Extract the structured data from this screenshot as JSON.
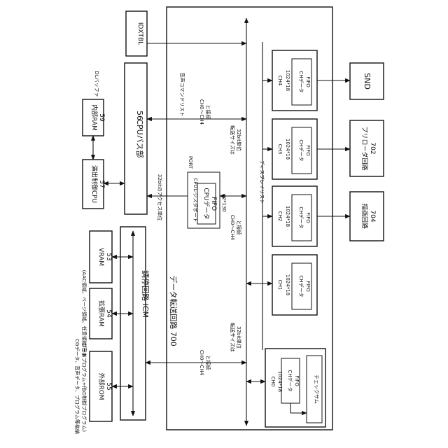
{
  "blocks": {
    "idxtbl": "IDXTBL",
    "dl_buffer": "DLバッファ",
    "cpu_bus": "CPUバス部",
    "cpu_bus_num": "56",
    "internal_ram": "内部RAM",
    "internal_ram_num": "59",
    "cpu": "演出制御CPU",
    "cpu_num": "57",
    "vram": "VRAM",
    "vram_num": "53",
    "ext_ram": "拡張RAM",
    "ext_ram_num": "54",
    "ext_rom": "外部ROM",
    "ext_rom_num": "55",
    "icm": "調停回路 ICM",
    "transfer_circuit": "データ転送回路 700",
    "port": "PORT",
    "cpu_register_port": "CPUレジスタポート",
    "cpu_data_fifo_1": "CPUデータ",
    "cpu_data_fifo_2": "FIFO",
    "snd": "SND",
    "preloader": "プリローダ回路",
    "preloader_num": "702",
    "draw": "描画回路",
    "draw_num": "704",
    "checksum": "チェックサム"
  },
  "channels": [
    {
      "name": "CH4",
      "size": "1024*18",
      "fifo_1": "CHデータ",
      "fifo_2": "FIFO"
    },
    {
      "name": "CH3",
      "size": "1024*18",
      "fifo_1": "CHデータ",
      "fifo_2": "FIFO"
    },
    {
      "name": "CH2",
      "size": "1024*18",
      "fifo_1": "CHデータ",
      "fifo_2": "FIFO"
    },
    {
      "name": "CH1",
      "size": "1024*18",
      "fifo_1": "CHデータ",
      "fifo_2": "FIFO"
    },
    {
      "name": "CH0",
      "size": "1024*18",
      "fifo_1": "CHデータ",
      "fifo_2": "FIFO"
    }
  ],
  "annotations": {
    "sound_command_list": "音声コマンドリスト",
    "ch0_ch4_connect_top_1": "CH0〜CH4",
    "ch0_ch4_connect_top_2": "と接続",
    "transfer_size_top_1": "転送サイズは",
    "transfer_size_top_2": "32bit単位",
    "display_list": "ディスプレイリスト",
    "access_unit": "32bitのアクセス単位",
    "port_width": "32*130",
    "ch0_ch4_connect_mid_1": "CH0〜CH4",
    "ch0_ch4_connect_mid_2": "と接続",
    "ch0_ch4_connect_bottom_1": "CH0〜CH4",
    "ch0_ch4_connect_bottom_2": "と接続",
    "transfer_size_bottom_1": "転送サイズは",
    "transfer_size_bottom_2": "32bit単位",
    "ext_ram_note": "(AAC領域、ページ領域、任意領域)音楽",
    "ext_rom_note_1": "CGデータ、音声データ、プログラム等格納",
    "ext_rom_note_2": "(ブートプログラム+他の制御プログラム)"
  }
}
